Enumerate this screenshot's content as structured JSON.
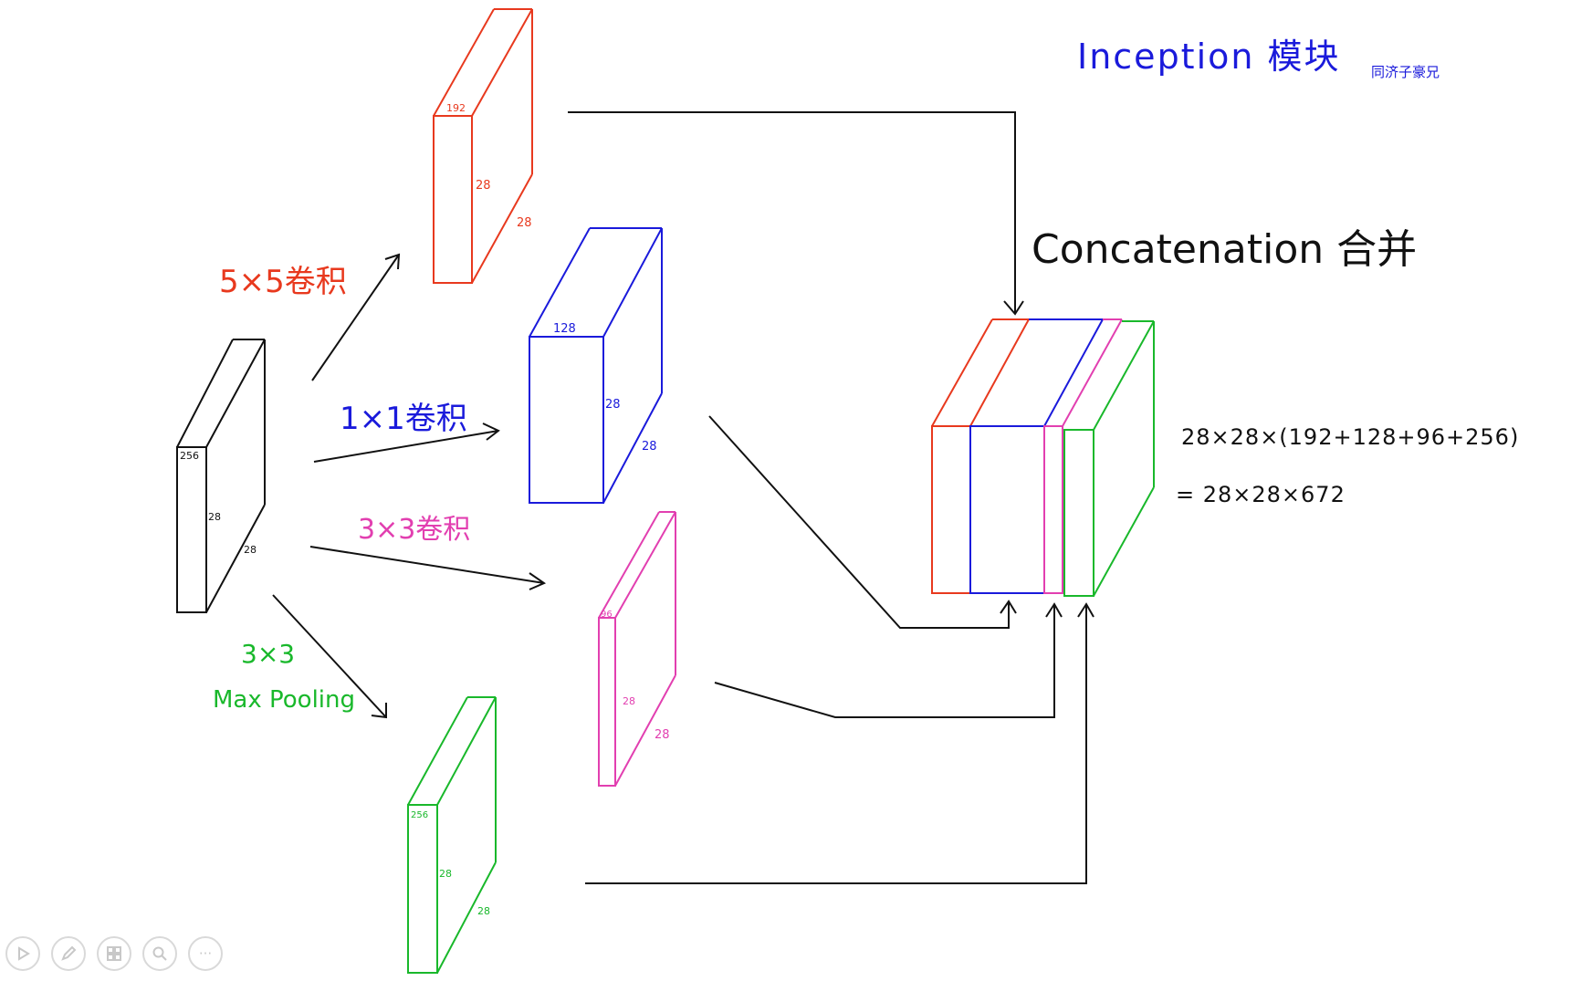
{
  "title": "Inception 模块",
  "author": "同济子豪兄",
  "colors": {
    "input": "#111111",
    "conv5": "#e8391e",
    "conv1": "#1a1adb",
    "conv3": "#e23fb0",
    "pool": "#19b82b",
    "arrow": "#111111"
  },
  "input_block": {
    "channels": "256",
    "height": "28",
    "width": "28"
  },
  "branches": {
    "conv5": {
      "label": "5×5卷积",
      "channels": "192",
      "height": "28",
      "width": "28"
    },
    "conv1": {
      "label": "1×1卷积",
      "channels": "128",
      "height": "28",
      "width": "28"
    },
    "conv3": {
      "label": "3×3卷积",
      "channels": "96",
      "height": "28",
      "width": "28"
    },
    "pool": {
      "label_line1": "3×3",
      "label_line2": "Max Pooling",
      "channels": "256",
      "height": "28",
      "width": "28"
    }
  },
  "concat": {
    "label": "Concatenation 合并",
    "formula_line1": "28×28×(192+128+96+256)",
    "formula_line2": "= 28×28×672"
  },
  "toolbar": {
    "icons": [
      "play-icon",
      "pen-icon",
      "slides-icon",
      "zoom-icon",
      "more-icon"
    ],
    "more_label": "···"
  }
}
